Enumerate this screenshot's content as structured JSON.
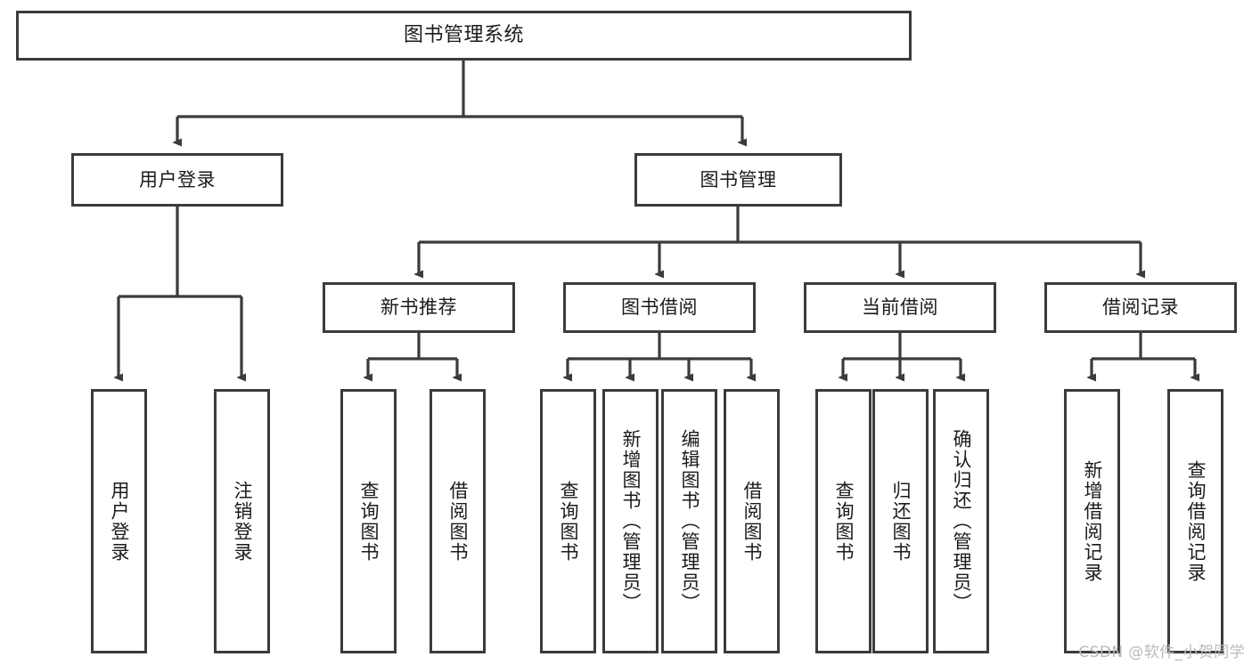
{
  "diagram": {
    "type": "tree",
    "title": "图书管理系统",
    "root": {
      "label": "图书管理系统"
    },
    "level1": [
      {
        "label": "用户登录"
      },
      {
        "label": "图书管理"
      }
    ],
    "level2": [
      {
        "label": "新书推荐"
      },
      {
        "label": "图书借阅"
      },
      {
        "label": "当前借阅"
      },
      {
        "label": "借阅记录"
      }
    ],
    "leaves": {
      "user_login": [
        {
          "label": "用户登录"
        },
        {
          "label": "注销登录"
        }
      ],
      "new_book_recommend": [
        {
          "label": "查询图书"
        },
        {
          "label": "借阅图书"
        }
      ],
      "book_borrow": [
        {
          "label": "查询图书"
        },
        {
          "label": "新增图书（管理员）"
        },
        {
          "label": "编辑图书（管理员）"
        },
        {
          "label": "借阅图书"
        }
      ],
      "current_borrow": [
        {
          "label": "查询图书"
        },
        {
          "label": "归还图书"
        },
        {
          "label": "确认归还（管理员）"
        }
      ],
      "borrow_record": [
        {
          "label": "新增借阅记录"
        },
        {
          "label": "查询借阅记录"
        }
      ]
    }
  },
  "watermark": {
    "text": "CSDN @软件_小贺同学"
  },
  "colors": {
    "background": "#ffffff",
    "box_border": "#3b3b3b",
    "box_fill": "#ffffff",
    "text": "#1b1b1b",
    "connector": "#3b3b3b",
    "watermark": "#b9b9b9"
  }
}
